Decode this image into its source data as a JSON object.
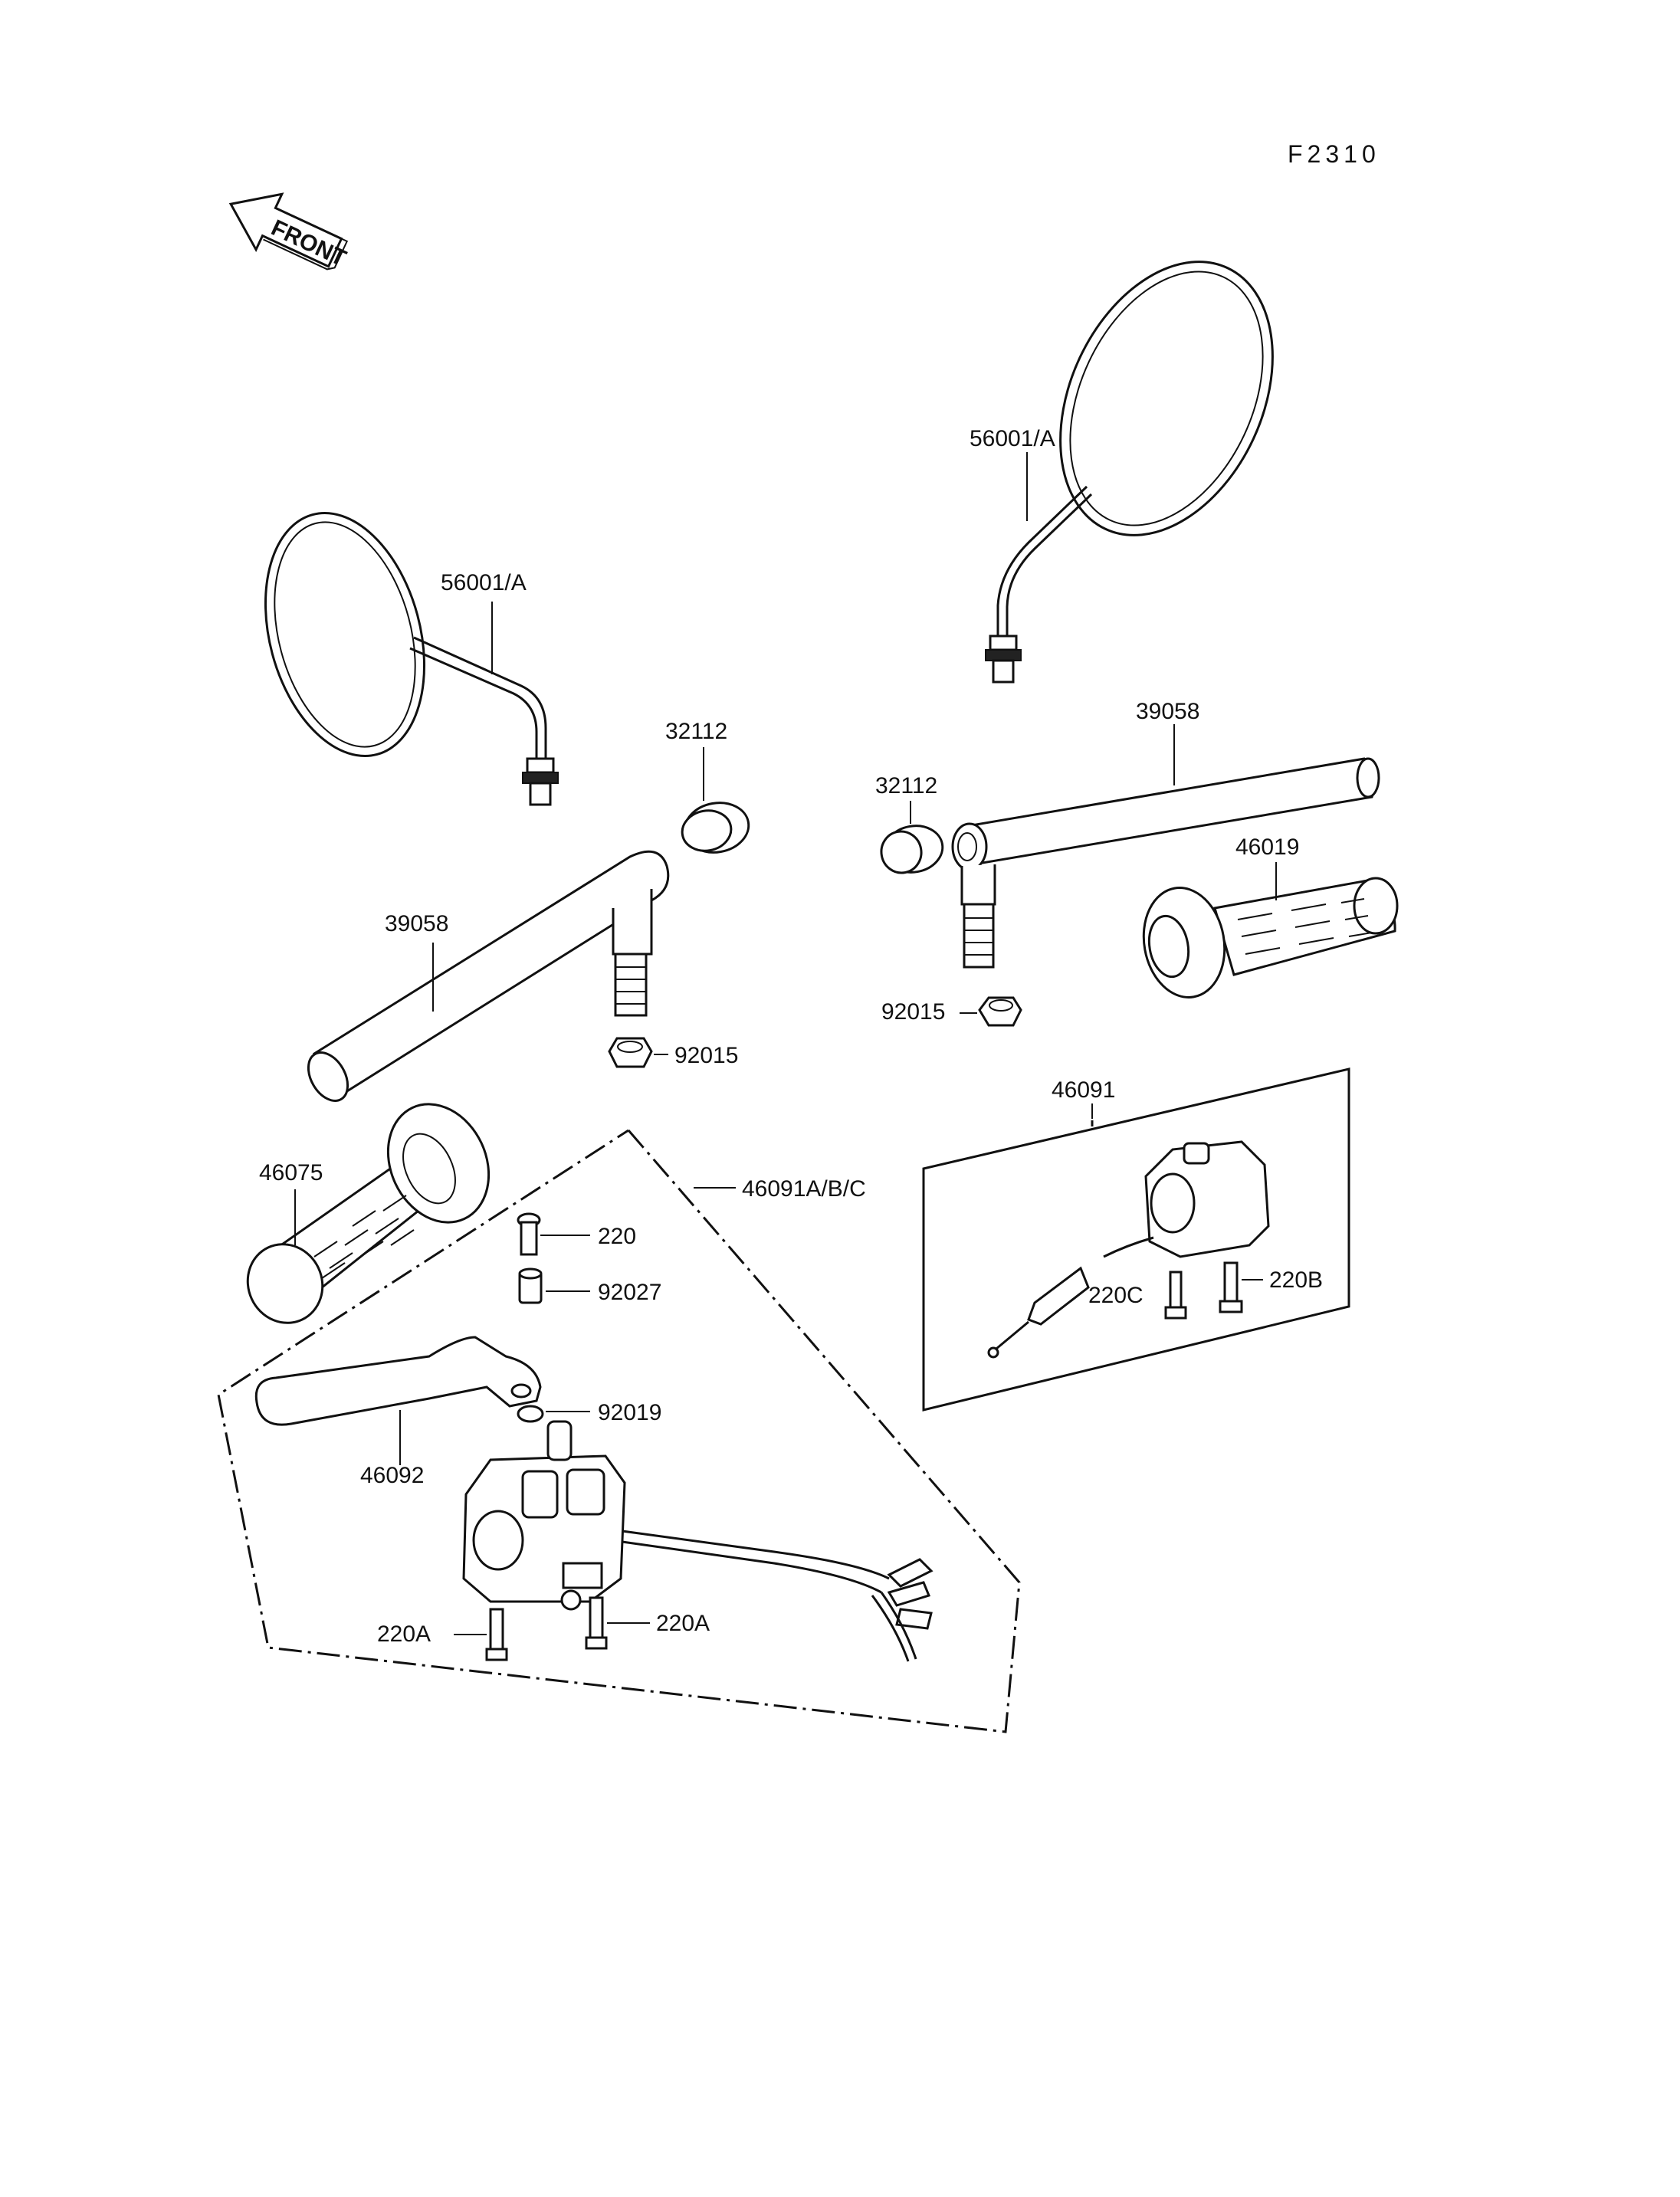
{
  "diagram_code": "F2310",
  "front_arrow": {
    "label": "FRONT"
  },
  "parts": {
    "mirror_left": "56001/A",
    "mirror_right": "56001/A",
    "cap_left": "32112",
    "cap_right": "32112",
    "handlebar_left": "39058",
    "handlebar_right": "39058",
    "nut_left": "92015",
    "nut_right": "92015",
    "grip_left": "46075",
    "grip_right": "46019",
    "switch_left_assy": "46091A/B/C",
    "switch_right_assy": "46091",
    "screw_lever": "220",
    "collar_lever": "92027",
    "washer_lever": "92019",
    "lever": "46092",
    "screw_left_a1": "220A",
    "screw_left_a2": "220A",
    "screw_right_c": "220C",
    "screw_right_b": "220B"
  }
}
